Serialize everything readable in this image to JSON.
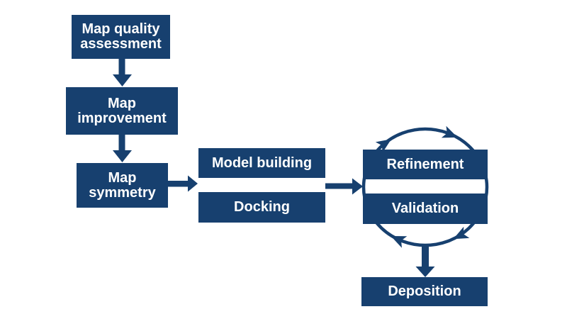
{
  "colors": {
    "node_fill": "#17406F",
    "node_text": "#FFFFFF",
    "arrow": "#17406F",
    "background": "#FFFFFF"
  },
  "nodes": {
    "map_quality": {
      "label": "Map quality assessment"
    },
    "map_improvement": {
      "label": "Map improvement"
    },
    "map_symmetry": {
      "label": "Map symmetry"
    },
    "model_building": {
      "label": "Model building"
    },
    "docking": {
      "label": "Docking"
    },
    "refinement": {
      "label": "Refinement"
    },
    "validation": {
      "label": "Validation"
    },
    "deposition": {
      "label": "Deposition"
    }
  },
  "edges": [
    {
      "from": "Map quality assessment",
      "to": "Map improvement",
      "type": "straight-arrow"
    },
    {
      "from": "Map improvement",
      "to": "Map symmetry",
      "type": "straight-arrow"
    },
    {
      "from": "Map symmetry",
      "to": "Model building / Docking",
      "type": "straight-arrow"
    },
    {
      "from": "Model building / Docking",
      "to": "Refinement / Validation",
      "type": "straight-arrow"
    },
    {
      "from": "Refinement",
      "to": "Validation",
      "type": "clockwise-cycle"
    },
    {
      "from": "Refinement / Validation cycle",
      "to": "Deposition",
      "type": "straight-arrow"
    }
  ]
}
